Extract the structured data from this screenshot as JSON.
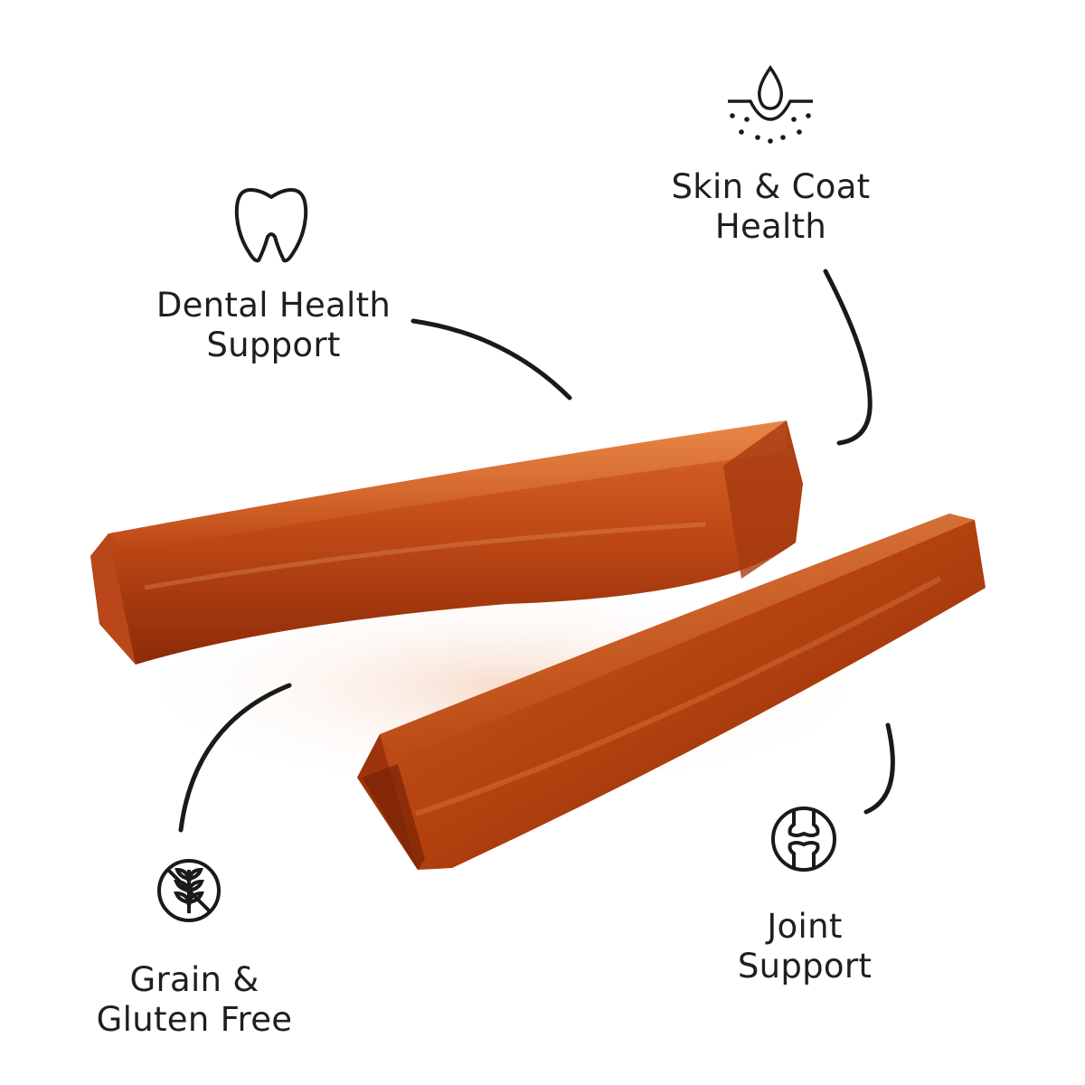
{
  "features": [
    {
      "id": "dental",
      "lines": [
        "Dental Health",
        "Support"
      ],
      "icon": "tooth-icon"
    },
    {
      "id": "skin",
      "lines": [
        "Skin & Coat",
        "Health"
      ],
      "icon": "skin-drop-icon"
    },
    {
      "id": "grain",
      "lines": [
        "Grain &",
        "Gluten Free"
      ],
      "icon": "no-grain-icon"
    },
    {
      "id": "joint",
      "lines": [
        "Joint",
        "Support"
      ],
      "icon": "joint-icon"
    }
  ],
  "colors": {
    "text": "#1f1f1f",
    "line": "#1a1a1a",
    "chew_dark": "#8a2e0a",
    "chew_mid": "#c2501a",
    "chew_light": "#e07a35",
    "background": "#ffffff"
  }
}
